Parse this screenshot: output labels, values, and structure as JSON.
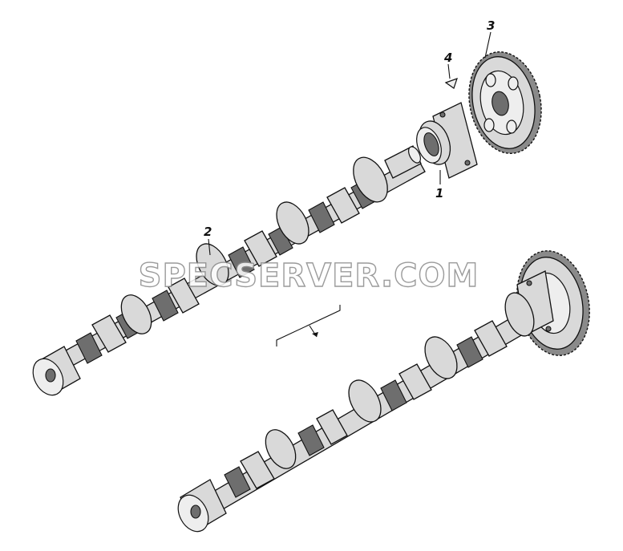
{
  "diagram": {
    "callouts": [
      {
        "id": "1",
        "label": "1"
      },
      {
        "id": "2",
        "label": "2"
      },
      {
        "id": "3",
        "label": "3"
      },
      {
        "id": "4",
        "label": "4"
      }
    ],
    "watermark": "SPECSERVER.COM"
  }
}
